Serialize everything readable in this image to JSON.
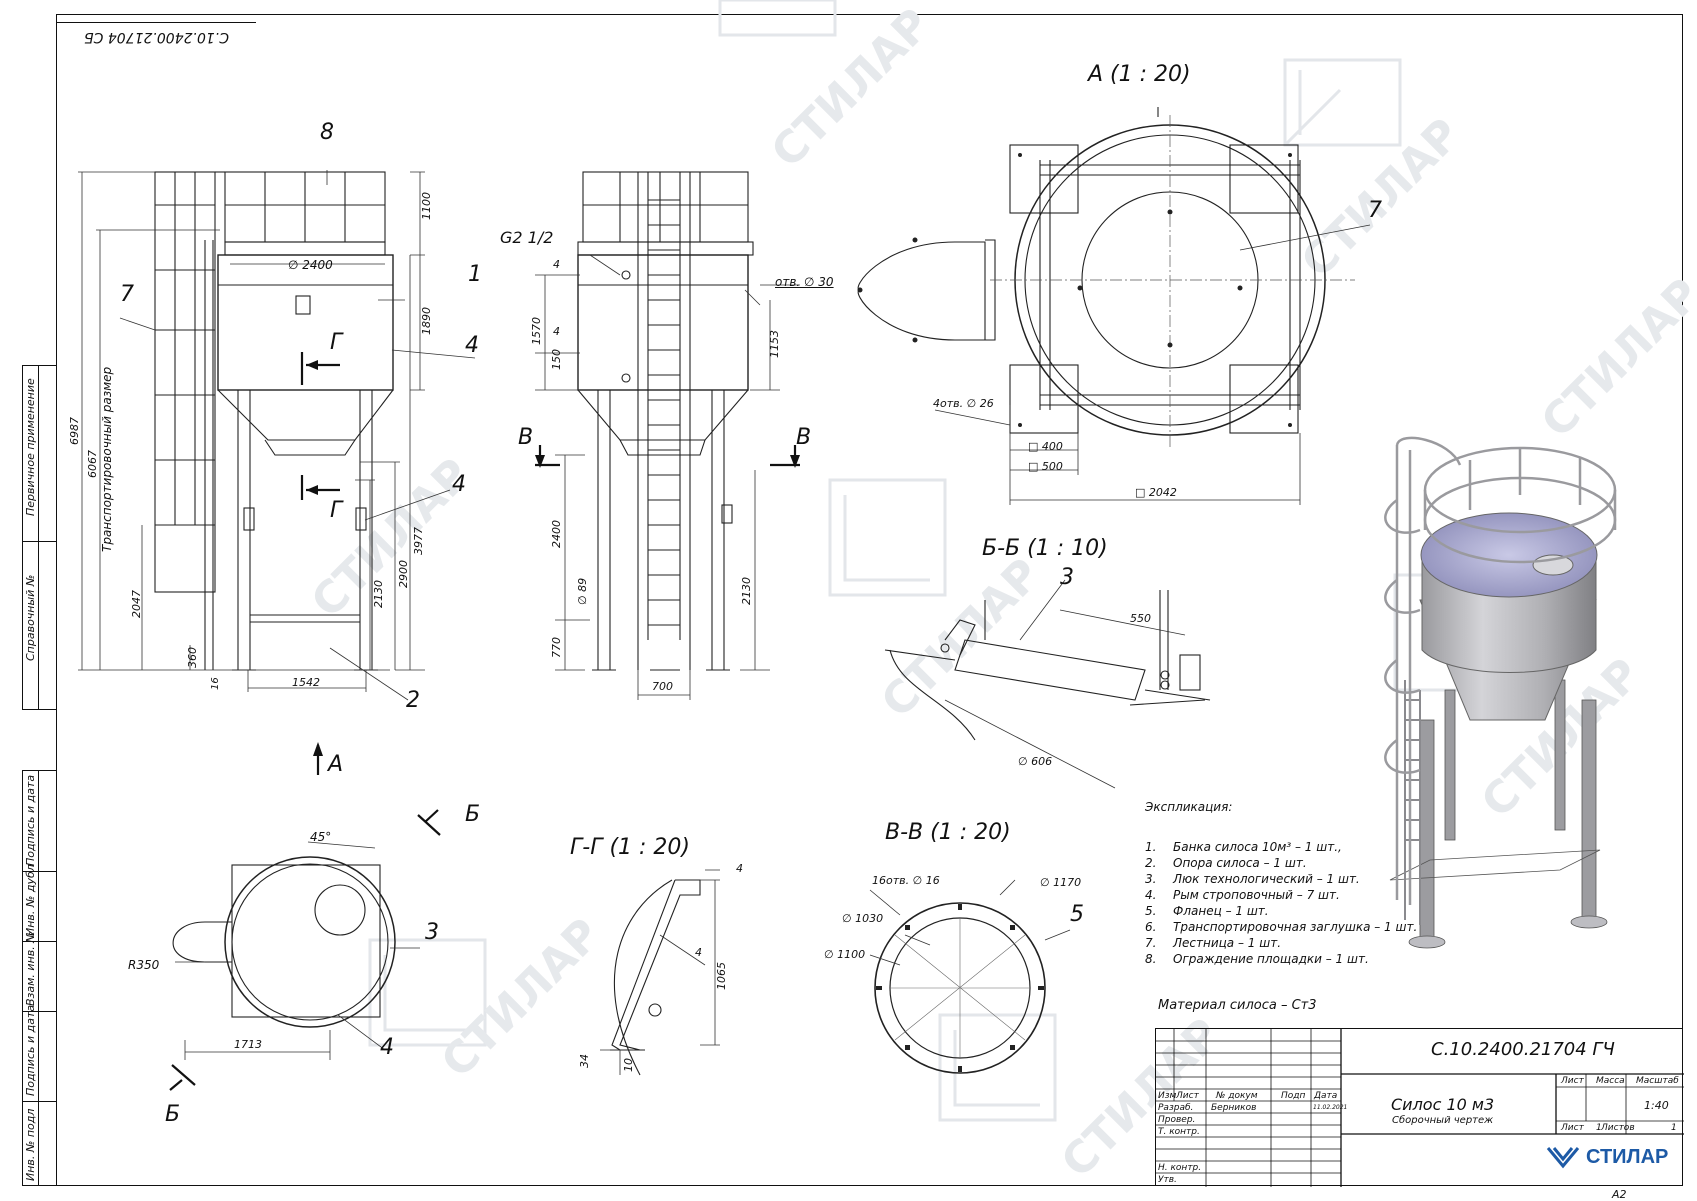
{
  "drawing_code_rotated": "С.10.2400.21704 СБ",
  "sidebar": {
    "primary_use": "Первичное применение",
    "reference_no": "Справочный №",
    "sign_date_1": "Подпись и дата",
    "dup_inv_no": "Инв. № дубл",
    "repl_inv_no": "Взам. инв. №",
    "sign_date_2": "Подпись и дата",
    "orig_inv_no": "Инв. № подл"
  },
  "front_view": {
    "callouts": [
      "8",
      "7",
      "1",
      "4",
      "4",
      "2"
    ],
    "section_marks": [
      "Г",
      "Г"
    ],
    "view_arrow": "A",
    "dims": {
      "d2400": "∅ 2400",
      "h1100": "1100",
      "h1890": "1890",
      "h6987": "6987",
      "h6067": "6067",
      "transport": "Транспортировочный размер",
      "h3977": "3977",
      "h2900": "2900",
      "h2130": "2130",
      "h2047": "2047",
      "h360": "360",
      "h16": "16",
      "w1542": "1542"
    }
  },
  "side_view": {
    "thread": "G2 1/2",
    "hole": "отв. ∅ 30",
    "section_marks": [
      "В",
      "В"
    ],
    "dims": {
      "d4a": "4",
      "d4b": "4",
      "h1570": "1570",
      "h150": "150",
      "h1153": "1153",
      "h2400": "2400",
      "d89": "∅ 89",
      "h770": "770",
      "h2130": "2130",
      "w700": "700"
    }
  },
  "view_a": {
    "title": "А  (1 : 20)",
    "callout": "7",
    "holes": "4отв. ∅ 26",
    "sq400": "□ 400",
    "sq500": "□ 500",
    "sq2042": "□ 2042"
  },
  "section_bb": {
    "title": "Б-Б  (1 : 10)",
    "callout": "3",
    "w550": "550",
    "d606": "∅ 606"
  },
  "plan_view": {
    "angle": "45°",
    "r350": "R350",
    "w1713": "1713",
    "callouts": [
      "3",
      "4"
    ],
    "section_marks": [
      "Б",
      "Б"
    ]
  },
  "section_gg": {
    "title": "Г-Г  (1 : 20)",
    "d4a": "4",
    "d4b": "4",
    "h1065": "1065",
    "d34": "34",
    "d10": "10"
  },
  "section_vv": {
    "title": "В-В  (1 : 20)",
    "holes": "16отв. ∅ 16",
    "d1170": "∅ 1170",
    "d1030": "∅ 1030",
    "d1100": "∅ 1100",
    "callout": "5"
  },
  "explication": {
    "title": "Экспликация:",
    "items": [
      {
        "n": "1.",
        "text": "Банка силоса 10м³ – 1 шт.,"
      },
      {
        "n": "2.",
        "text": "Опора силоса – 1 шт."
      },
      {
        "n": "3.",
        "text": "Люк технологический – 1 шт."
      },
      {
        "n": "4.",
        "text": "Рым строповочный – 7 шт."
      },
      {
        "n": "5.",
        "text": "Фланец – 1 шт."
      },
      {
        "n": "6.",
        "text": "Транспортировочная заглушка – 1 шт."
      },
      {
        "n": "7.",
        "text": "Лестница  – 1 шт."
      },
      {
        "n": "8.",
        "text": "Ограждение площадки – 1 шт."
      }
    ],
    "material": "Материал силоса – Ст3"
  },
  "title_block": {
    "code": "С.10.2400.21704  ГЧ",
    "name": "Силос 10 м3",
    "doc_type": "Сборочный чертеж",
    "hdr_izm": "Изм",
    "hdr_list": "Лист",
    "hdr_doc": "№ докум",
    "hdr_sign": "Подп",
    "hdr_date": "Дата",
    "row_razrab": "Разраб.",
    "razrab_name": "Берников",
    "razrab_date": "11.02.2021",
    "row_prover": "Провер.",
    "row_tkont": "Т. контр.",
    "row_nkont": "Н. контр.",
    "row_utv": "Утв.",
    "col_list": "Лист",
    "col_massa": "Масса",
    "col_scale": "Масштаб",
    "scale": "1:40",
    "sheet_lbl": "Лист",
    "sheet_no": "1",
    "sheets_lbl": "Листов",
    "sheets_no": "1",
    "company": "СТИЛАР",
    "format": "А2"
  },
  "watermark": "СТИЛАР"
}
